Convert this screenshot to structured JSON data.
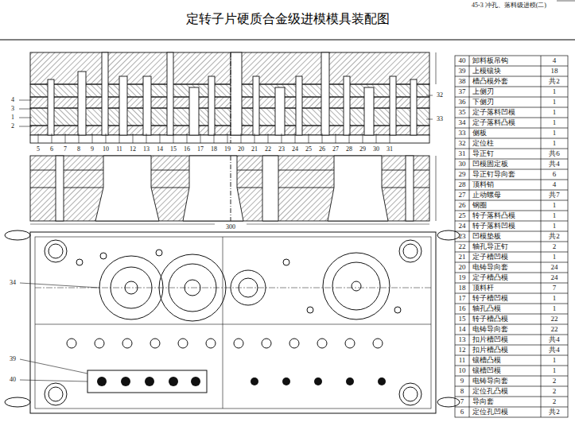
{
  "diagram": {
    "title": "定转子片硬质合金级进模模具装配图",
    "labels": [
      "45-3 冲孔、落料级进模(二)",
      "4",
      "3",
      "1",
      "2",
      "5",
      "6",
      "7",
      "8",
      "9",
      "10",
      "11",
      "12",
      "13",
      "14",
      "15",
      "16",
      "17",
      "18",
      "19",
      "20",
      "21",
      "22",
      "23",
      "24",
      "25",
      "26",
      "27",
      "28",
      "29",
      "30",
      "31",
      "32",
      "33",
      "34",
      "39",
      "40",
      "300",
      "40",
      "卸料板吊钩",
      "4",
      "39",
      "上模镶块",
      "18",
      "38",
      "槽凸模外套",
      "共2",
      "37",
      "上侧刃",
      "1",
      "36",
      "下侧刃",
      "1",
      "35",
      "定子落料凹模",
      "1",
      "34",
      "定子落料凸模",
      "1",
      "33",
      "侧板",
      "1",
      "32",
      "定位柱",
      "1",
      "31",
      "导正钉",
      "共6",
      "30",
      "凹模固定板",
      "共4",
      "29",
      "导正钉导向套",
      "6",
      "28",
      "顶料销",
      "4",
      "27",
      "止动螺母",
      "共7",
      "26",
      "钢圈",
      "1",
      "25",
      "转子落料凸模",
      "1",
      "24",
      "转子落料凹模",
      "1",
      "23",
      "凹模垫板",
      "共2",
      "22",
      "轴孔导正钉",
      "2",
      "21",
      "定子槽凹模",
      "1",
      "20",
      "电铸导向套",
      "24",
      "19",
      "定子槽凸模",
      "24",
      "18",
      "顶料杆",
      "7",
      "17",
      "转子槽凹模",
      "1",
      "16",
      "轴孔凸模",
      "1",
      "15",
      "转子槽凸模",
      "22",
      "14",
      "电铸导向套",
      "22",
      "13",
      "扣片槽凹模",
      "共4",
      "12",
      "扣片槽凸模",
      "共4",
      "11",
      "镶槽凸模",
      "1",
      "10",
      "镶槽凹模",
      "1",
      "9",
      "电铸导向套",
      "2",
      "8",
      "定位孔凸模",
      "2",
      "7",
      "导向套",
      "2",
      "6",
      "定位孔凹模",
      "共2"
    ]
  }
}
